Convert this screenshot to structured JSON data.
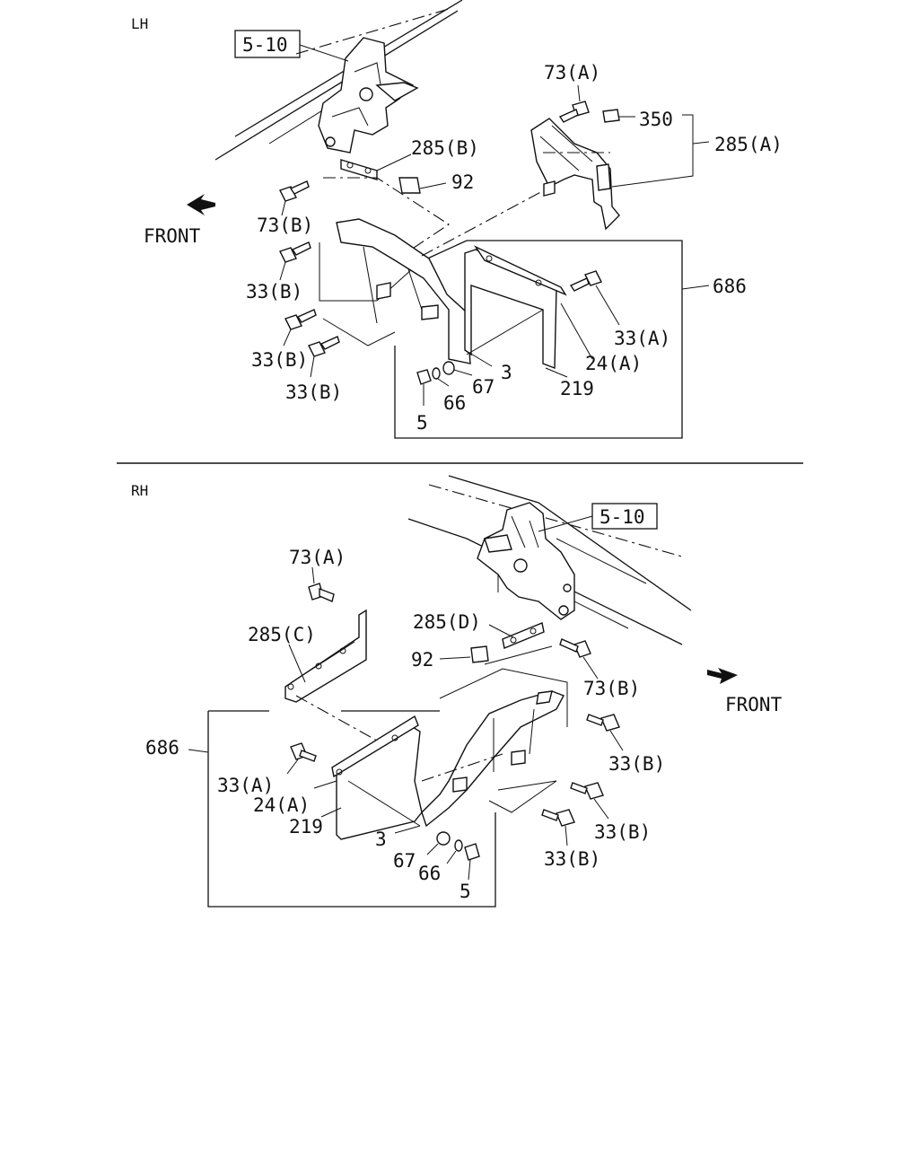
{
  "sections": {
    "lh": {
      "title": "LH",
      "ref_box": "5-10",
      "front": "FRONT",
      "labels": {
        "l73a": "73(A)",
        "l350": "350",
        "l285a": "285(A)",
        "l285b": "285(B)",
        "l92": "92",
        "l73b": "73(B)",
        "l33b_1": "33(B)",
        "l33b_2": "33(B)",
        "l33b_3": "33(B)",
        "l686": "686",
        "l33a": "33(A)",
        "l24a": "24(A)",
        "l219": "219",
        "l3": "3",
        "l67": "67",
        "l66": "66",
        "l5": "5"
      }
    },
    "rh": {
      "title": "RH",
      "ref_box": "5-10",
      "front": "FRONT",
      "labels": {
        "l73a": "73(A)",
        "l285c": "285(C)",
        "l285d": "285(D)",
        "l92": "92",
        "l73b": "73(B)",
        "l686": "686",
        "l33a": "33(A)",
        "l24a": "24(A)",
        "l219": "219",
        "l33b_1": "33(B)",
        "l33b_2": "33(B)",
        "l33b_3": "33(B)",
        "l3": "3",
        "l67": "67",
        "l66": "66",
        "l5": "5"
      }
    }
  }
}
